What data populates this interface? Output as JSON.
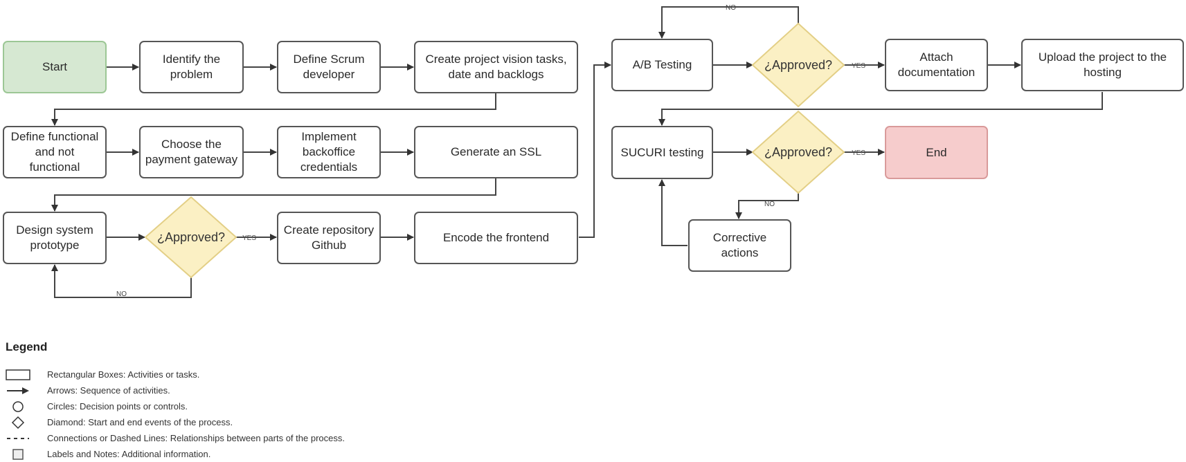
{
  "nodes": {
    "start": "Start",
    "identify": "Identify the problem",
    "define_scrum": "Define Scrum developer",
    "create_vision": "Create project vision tasks, date and backlogs",
    "define_functional": "Define functional and not functional",
    "choose_payment": "Choose the payment gateway",
    "implement_backoffice": "Implement backoffice credentials",
    "generate_ssl": "Generate an SSL",
    "design_prototype": "Design system prototype",
    "create_repo": "Create repository Github",
    "encode_frontend": "Encode the frontend",
    "ab_testing": "A/B Testing",
    "attach_docs": "Attach documentation",
    "upload_hosting": "Upload the project to the hosting",
    "sucuri": "SUCURI testing",
    "end": "End",
    "corrective": "Corrective actions"
  },
  "decisions": {
    "approved_1": "¿Approved?",
    "approved_2": "¿Approved?",
    "approved_3": "¿Approved?"
  },
  "edge_labels": {
    "yes": "YES",
    "no": "NO"
  },
  "legend": {
    "title": "Legend",
    "items": [
      {
        "symbol": "rectangle",
        "text": "Rectangular Boxes: Activities or tasks."
      },
      {
        "symbol": "arrow",
        "text": "Arrows: Sequence of activities."
      },
      {
        "symbol": "circle",
        "text": "Circles: Decision points or controls."
      },
      {
        "symbol": "diamond",
        "text": "Diamond: Start and end events of the process."
      },
      {
        "symbol": "dashed",
        "text": "Connections or Dashed Lines: Relationships between parts of the process."
      },
      {
        "symbol": "note",
        "text": "Labels and Notes: Additional information."
      }
    ]
  },
  "colors": {
    "start_fill": "#d6e8d2",
    "end_fill": "#f6cccc",
    "decision_fill": "#fbf0c4",
    "decision_stroke": "#e3cf86",
    "line": "#444444"
  }
}
